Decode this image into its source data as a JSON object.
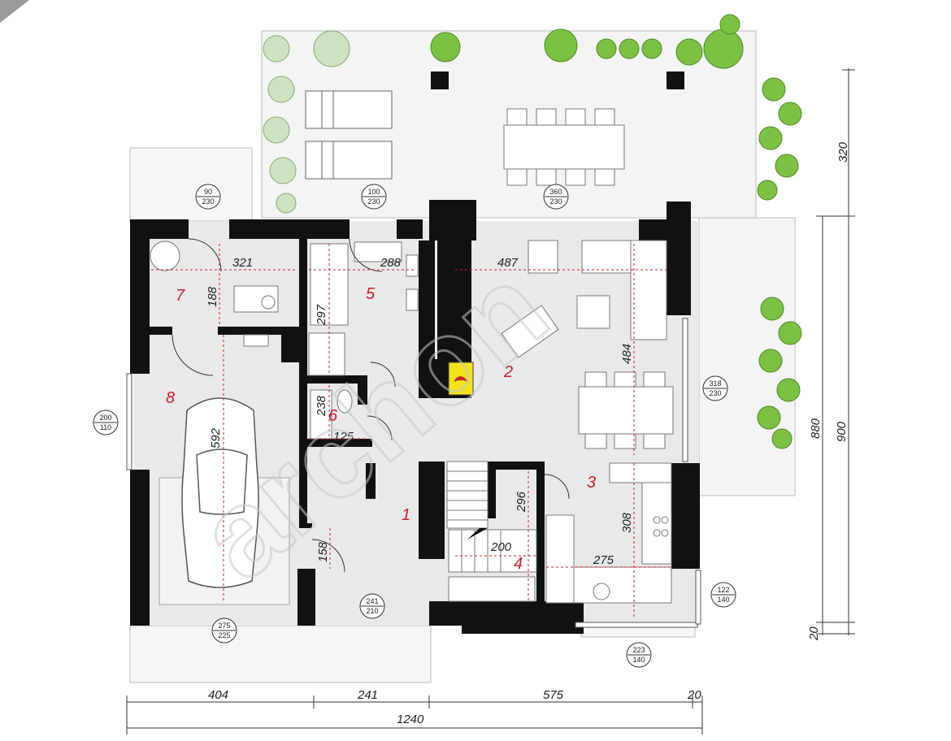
{
  "watermark": "archon",
  "rooms": [
    {
      "id": "room-1",
      "label": "1"
    },
    {
      "id": "room-2",
      "label": "2"
    },
    {
      "id": "room-3",
      "label": "3"
    },
    {
      "id": "room-4",
      "label": "4"
    },
    {
      "id": "room-5",
      "label": "5"
    },
    {
      "id": "room-6",
      "label": "6"
    },
    {
      "id": "room-7",
      "label": "7"
    },
    {
      "id": "room-8",
      "label": "8"
    }
  ],
  "interior_dimensions": {
    "d321": "321",
    "d288": "288",
    "d487": "487",
    "d188": "188",
    "d297": "297",
    "d484": "484",
    "d238": "238",
    "d125": "125",
    "d592": "592",
    "d296": "296",
    "d200": "200",
    "d308": "308",
    "d275": "275",
    "d158": "158"
  },
  "opening_tags": [
    {
      "top": "90",
      "bottom": "230"
    },
    {
      "top": "100",
      "bottom": "230"
    },
    {
      "top": "360",
      "bottom": "230"
    },
    {
      "top": "318",
      "bottom": "230"
    },
    {
      "top": "200",
      "bottom": "110"
    },
    {
      "top": "122",
      "bottom": "140"
    },
    {
      "top": "241",
      "bottom": "210"
    },
    {
      "top": "275",
      "bottom": "225"
    },
    {
      "top": "223",
      "bottom": "140"
    }
  ],
  "bottom_dimensions": {
    "seg1": "404",
    "seg2": "241",
    "seg3": "575",
    "seg4": "20",
    "total": "1240"
  },
  "right_dimensions": {
    "d320": "320",
    "d880": "880",
    "d900": "900",
    "d20": "20"
  },
  "colors": {
    "wall": "#111111",
    "floor": "#e9e9e9",
    "terrace": "#f4f4f4",
    "accent": "#c8232c",
    "fireplace": "#f2e21a",
    "plant": "#7cc144"
  }
}
